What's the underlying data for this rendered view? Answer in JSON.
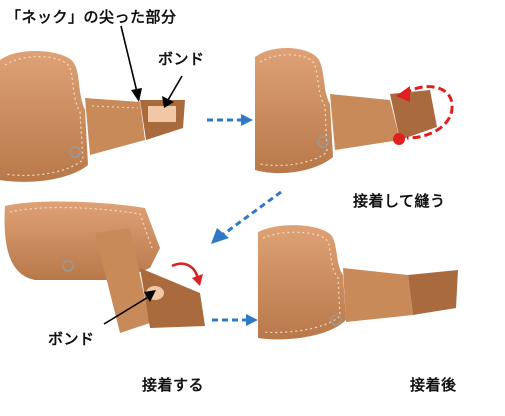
{
  "labels": {
    "neck_tip": "「ネック」の尖った部分",
    "bond_top": "ボンド",
    "bond_bottom": "ボンド",
    "glue_and_sew": "接着して縫う",
    "glue": "接着する",
    "after_glue": "接着後"
  },
  "colors": {
    "felt": "#c98a5a",
    "felt_dark": "#a96a3e",
    "felt_light": "#dea276",
    "stitch": "#f3dcc0",
    "glue": "#f0c8a5",
    "arrow_blue": "#2f79c6",
    "motion_red": "#e02020"
  },
  "icons": {
    "step_arrow": "dashed-blue-arrow-icon",
    "motion_arrow": "red-dashed-curve-arrow-icon",
    "anchor_dot": "red-dot-icon",
    "pointer": "black-pointer-arrow-icon"
  }
}
